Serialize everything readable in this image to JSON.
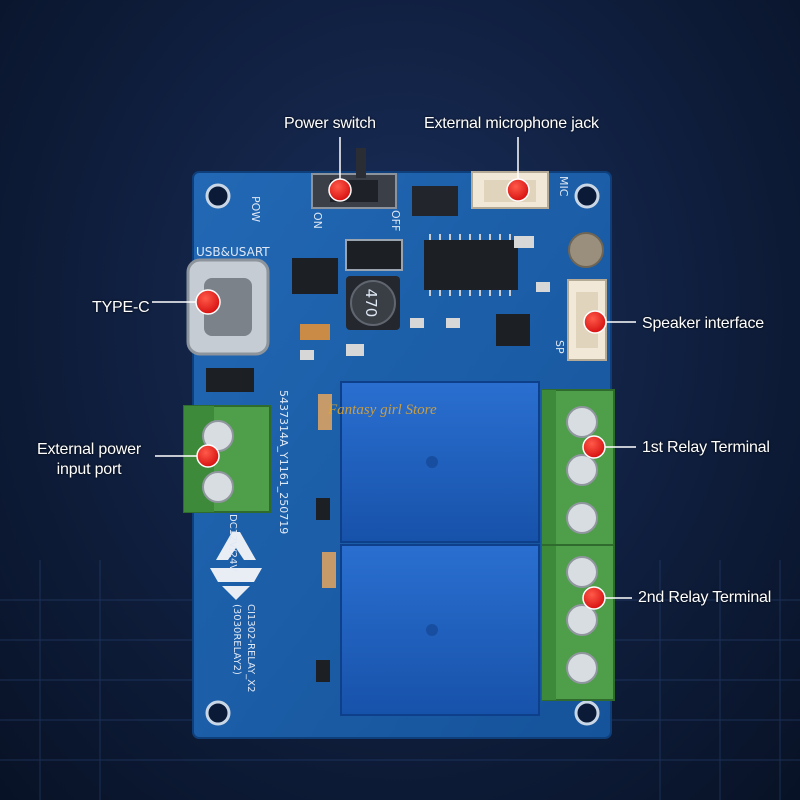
{
  "callouts": {
    "power_switch": "Power switch",
    "mic_jack": "External microphone jack",
    "type_c": "TYPE-C",
    "speaker": "Speaker interface",
    "ext_power_line1": "External power",
    "ext_power_line2": "input port",
    "relay1": "1st Relay Terminal",
    "relay2": "2nd Relay Terminal"
  },
  "silkscreen": {
    "pow": "POW",
    "on": "ON",
    "off": "OFF",
    "mic": "MIC",
    "sp": "SP",
    "usb": "USB&USART",
    "inductor": "470",
    "dc": "DC12V/24V",
    "code": "5437314A_Y1161_250719",
    "model": "CI1302-RELAY_X2",
    "model2": "(3030RELAY2)",
    "watermark": "Fantasy girl Store"
  },
  "colors": {
    "pcb": "#1b5fa8",
    "relay": "#1f63c4",
    "terminal": "#4e9e4a",
    "marker": "#e31919"
  }
}
